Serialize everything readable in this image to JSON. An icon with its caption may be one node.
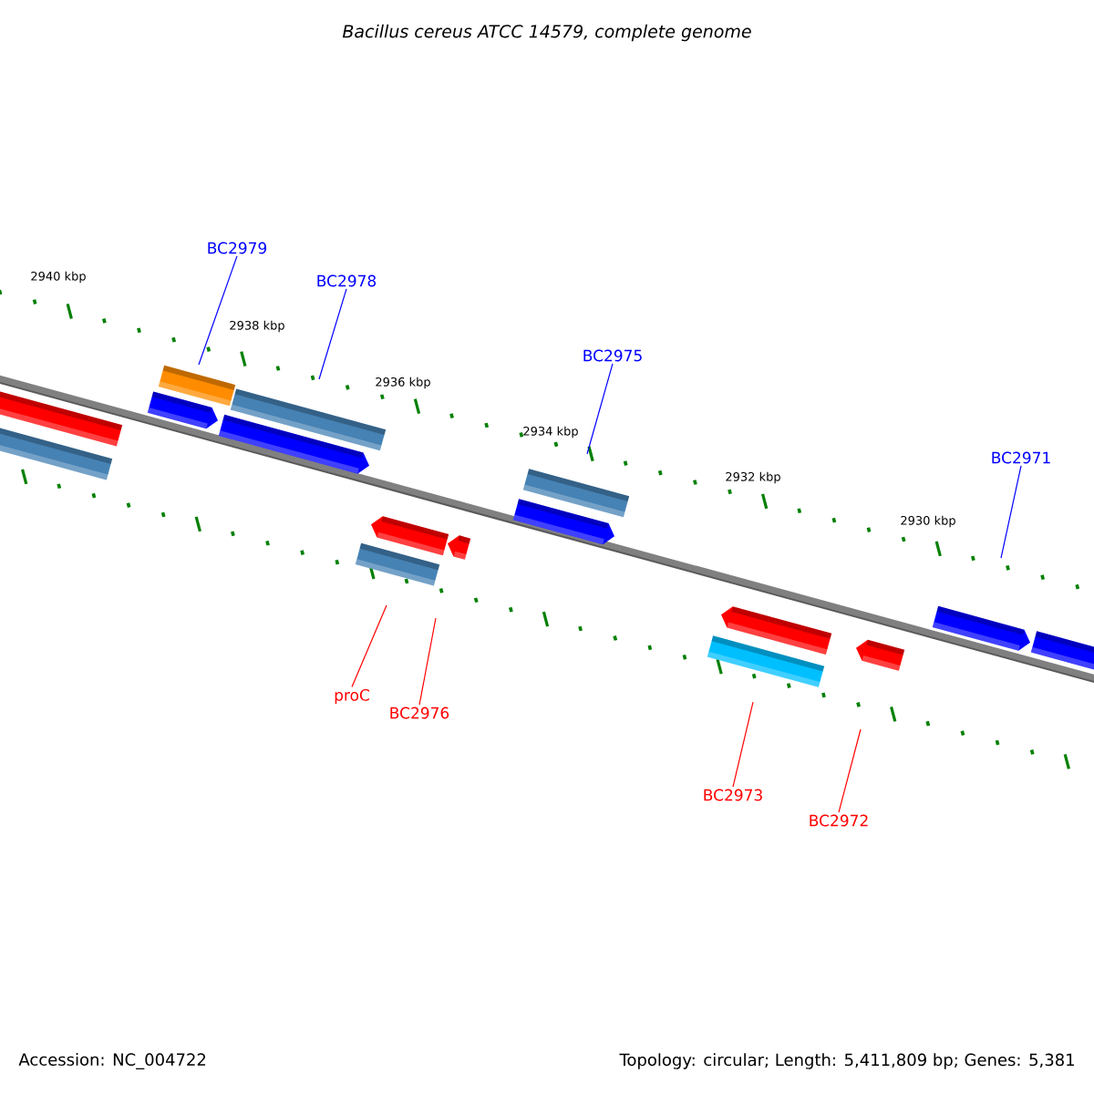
{
  "diagram": {
    "title": "Bacillus cereus ATCC 14579, complete genome",
    "nodes": [
      {
        "text": [
          "BC2979"
        ]
      },
      {
        "text": [
          "BC2978"
        ]
      },
      {
        "text": [
          "BC2975"
        ]
      },
      {
        "text": [
          "BC2971"
        ]
      },
      {
        "text": [
          "proC"
        ]
      },
      {
        "text": [
          "BC2976"
        ]
      },
      {
        "text": [
          "BC2973"
        ]
      },
      {
        "text": [
          "BC2972"
        ]
      }
    ],
    "edges": [
      {
        "from": 0,
        "to": null,
        "arrow": "none"
      },
      {
        "from": 1,
        "to": null,
        "arrow": "none"
      },
      {
        "from": 2,
        "to": null,
        "arrow": "none"
      },
      {
        "from": 3,
        "to": null,
        "arrow": "none"
      },
      {
        "from": 4,
        "to": null,
        "arrow": "none",
        "color": "#ff0000"
      },
      {
        "from": 5,
        "to": null,
        "arrow": "none",
        "color": "#ff0000"
      },
      {
        "from": 6,
        "to": null,
        "arrow": "none",
        "color": "#ff0000"
      },
      {
        "from": 7,
        "to": null,
        "arrow": "none",
        "color": "#ff0000"
      }
    ],
    "labels": [
      "2940 kbp",
      "2938 kbp",
      "2936 kbp",
      "2934 kbp",
      "2932 kbp",
      "2930 kbp",
      "Accession: NC_004722",
      "Topology: circular; Length: 5,411,809 bp; Genes: 5,381"
    ]
  }
}
